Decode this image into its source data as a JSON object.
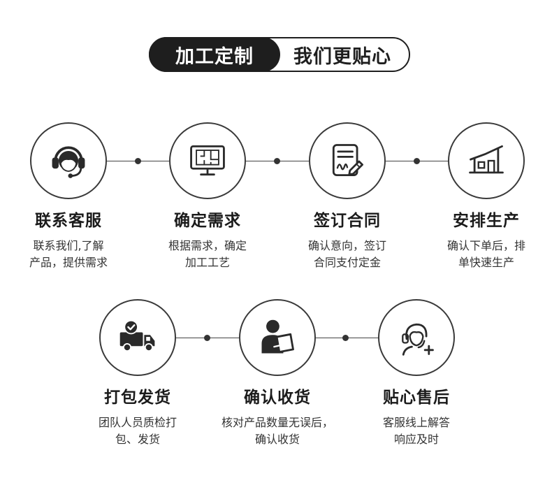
{
  "banner": {
    "left_label": "加工定制",
    "right_label": "我们更贴心"
  },
  "steps": [
    {
      "title": "联系客服",
      "desc_line1": "联系我们,了解",
      "desc_line2": "产品，提供需求",
      "icon": "headset-icon"
    },
    {
      "title": "确定需求",
      "desc_line1": "根据需求，确定",
      "desc_line2": "加工工艺",
      "icon": "blueprint-monitor-icon"
    },
    {
      "title": "签订合同",
      "desc_line1": "确认意向，签订",
      "desc_line2": "合同支付定金",
      "icon": "contract-signature-icon"
    },
    {
      "title": "安排生产",
      "desc_line1": "确认下单后，排",
      "desc_line2": "单快速生产",
      "icon": "factory-house-icon"
    },
    {
      "title": "打包发货",
      "desc_line1": "团队人员质检打",
      "desc_line2": "包、发货",
      "icon": "delivery-truck-check-icon"
    },
    {
      "title": "确认收货",
      "desc_line1": "核对产品数量无误后，",
      "desc_line2": "确认收货",
      "icon": "person-tablet-icon"
    },
    {
      "title": "贴心售后",
      "desc_line1": "客服线上解答",
      "desc_line2": "响应及时",
      "icon": "support-agent-plus-icon"
    }
  ],
  "colors": {
    "dark": "#1e1e1e",
    "text": "#333333",
    "background": "#ffffff"
  }
}
